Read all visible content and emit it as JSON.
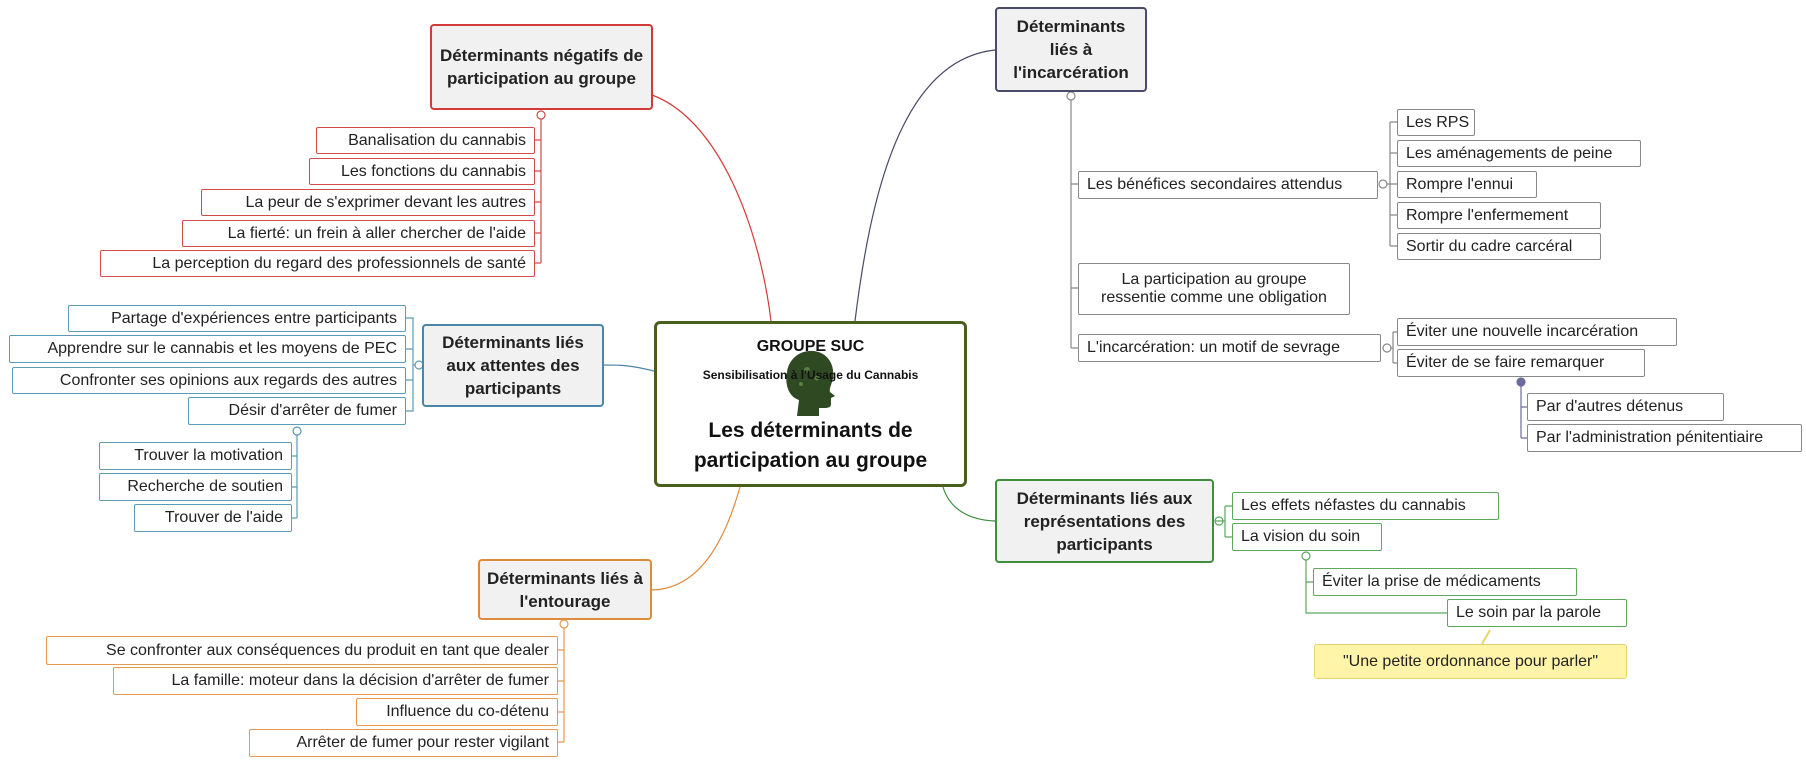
{
  "central": {
    "group_name": "GROUPE SUC",
    "group_subtitle": "Sensibilisation à l'Usage du Cannabis",
    "title": "Les déterminants de participation au groupe"
  },
  "branches": {
    "negatifs": {
      "title": "Déterminants négatifs de participation au groupe",
      "color": "#d23a3a",
      "items": [
        "Banalisation du cannabis",
        "Les fonctions du cannabis",
        "La peur de s'exprimer devant les autres",
        "La fierté: un frein à aller chercher de l'aide",
        "La perception du regard des professionnels de santé"
      ]
    },
    "attentes": {
      "title": "Déterminants liés aux attentes des participants",
      "color": "#4a86a8",
      "items": [
        "Partage d'expériences entre participants",
        "Apprendre sur le cannabis et les moyens de PEC",
        "Confronter ses opinions aux regards des autres",
        "Désir d'arrêter de fumer"
      ],
      "sub_items": [
        "Trouver la motivation",
        "Recherche de soutien",
        "Trouver de l'aide"
      ]
    },
    "entourage": {
      "title": "Déterminants liés à l'entourage",
      "color": "#e08a3c",
      "items": [
        "Se confronter aux conséquences du produit en tant que dealer",
        "La famille: moteur dans la décision d'arrêter de fumer",
        "Influence du co-détenu",
        "Arrêter de fumer pour rester vigilant"
      ]
    },
    "incarceration": {
      "title": "Déterminants liés à l'incarcération",
      "color": "#4a4a6a",
      "benefices": "Les bénéfices secondaires attendus",
      "benefices_items": [
        "Les RPS",
        "Les aménagements de peine",
        "Rompre l'ennui",
        "Rompre l'enfermement",
        "Sortir du cadre carcéral"
      ],
      "obligation": "La participation au groupe ressentie comme une obligation",
      "sevrage": "L'incarcération: un motif de sevrage",
      "sevrage_items": [
        "Éviter une nouvelle incarcération",
        "Éviter de se faire remarquer"
      ],
      "remarquer_items": [
        "Par d'autres détenus",
        "Par l'administration pénitentiaire"
      ]
    },
    "representations": {
      "title": "Déterminants liés aux représentations des participants",
      "color": "#3e8e3e",
      "items": [
        "Les effets néfastes du cannabis",
        "La vision du soin"
      ],
      "soin_items": [
        "Éviter la prise de médicaments",
        "Le soin par la parole"
      ],
      "quote": "\"Une petite ordonnance pour parler\""
    }
  }
}
